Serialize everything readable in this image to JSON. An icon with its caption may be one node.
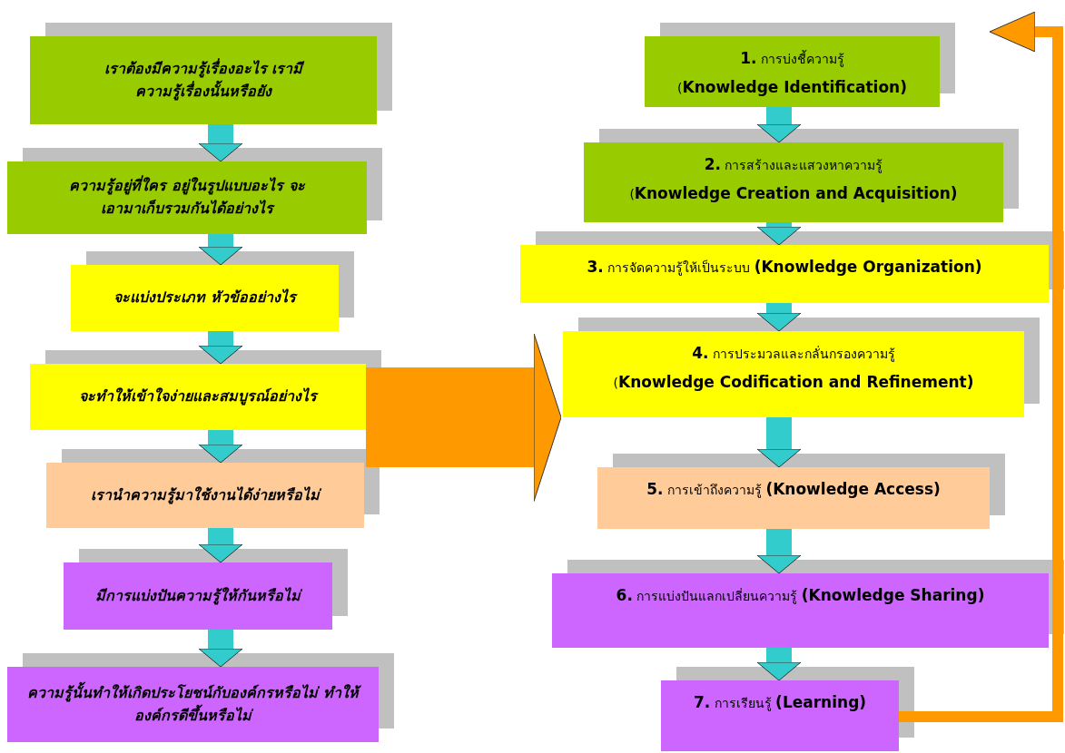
{
  "diagram": {
    "nodes": [
      {
        "text": [
          "เราต้องมีความรู้เรื่องอะไร เรามีความรู้เรื่องนั้นหรือยัง"
        ]
      },
      {
        "text": [
          "ความรู้อยู่ที่ใคร อยู่ในรูปแบบอะไร จะเอามาเก็บรวมกันได้อย่างไร"
        ]
      },
      {
        "text": [
          "จะแบ่งประเภท หัวข้ออย่างไร"
        ]
      },
      {
        "text": [
          "จะทำให้เข้าใจง่ายและสมบูรณ์อย่างไร"
        ]
      },
      {
        "text": [
          "เรานำความรู้มาใช้งานได้ง่ายหรือไม่"
        ]
      },
      {
        "text": [
          "มีการแบ่งปันความรู้ให้กันหรือไม่"
        ]
      },
      {
        "text": [
          "ความรู้นั้นทำให้เกิดประโยชน์กับองค์กรหรือไม่ ทำให้องค์กรดีขึ้นหรือไม่"
        ]
      },
      {
        "text": [
          "**1.** การบ่งชี้ความรู้",
          "(**Knowledge Identification)**"
        ]
      },
      {
        "text": [
          "**2.** การสร้างและแสวงหาความรู้",
          "(**Knowledge Creation and Acquisition)**"
        ]
      },
      {
        "text": [
          "**3.** การจัดความรู้ให้เป็นระบบ **(Knowledge Organization)**"
        ]
      },
      {
        "text": [
          "**4.** การประมวลและกลั่นกรองความรู้",
          "(**Knowledge Codification and Refinement)**"
        ]
      },
      {
        "text": [
          "**5.** การเข้าถึงความรู้ **(Knowledge Access)**"
        ]
      },
      {
        "text": [
          "**6.** การแบ่งปันแลกเปลี่ยนความรู้ **(Knowledge Sharing)**"
        ]
      },
      {
        "text": [
          "**7.** การเรียนรู้ **(Learning)**"
        ]
      }
    ],
    "edges": [
      {
        "from": 0,
        "to": 1,
        "arrow": "to"
      },
      {
        "from": 1,
        "to": 2,
        "arrow": "to"
      },
      {
        "from": 2,
        "to": 3,
        "arrow": "to"
      },
      {
        "from": 3,
        "to": 4,
        "arrow": "to"
      },
      {
        "from": 4,
        "to": 5,
        "arrow": "to"
      },
      {
        "from": 5,
        "to": 6,
        "arrow": "to"
      },
      {
        "from": 3,
        "to": 10,
        "arrow": "to",
        "style": "thick",
        "color": "#ff9900"
      },
      {
        "from": 7,
        "to": 8,
        "arrow": "to"
      },
      {
        "from": 8,
        "to": 9,
        "arrow": "to"
      },
      {
        "from": 9,
        "to": 10,
        "arrow": "to"
      },
      {
        "from": 10,
        "to": 11,
        "arrow": "to"
      },
      {
        "from": 11,
        "to": 12,
        "arrow": "to"
      },
      {
        "from": 12,
        "to": 13,
        "arrow": "to"
      },
      {
        "from": 13,
        "to": 7,
        "arrow": "to",
        "color": "#ff9900"
      }
    ]
  }
}
